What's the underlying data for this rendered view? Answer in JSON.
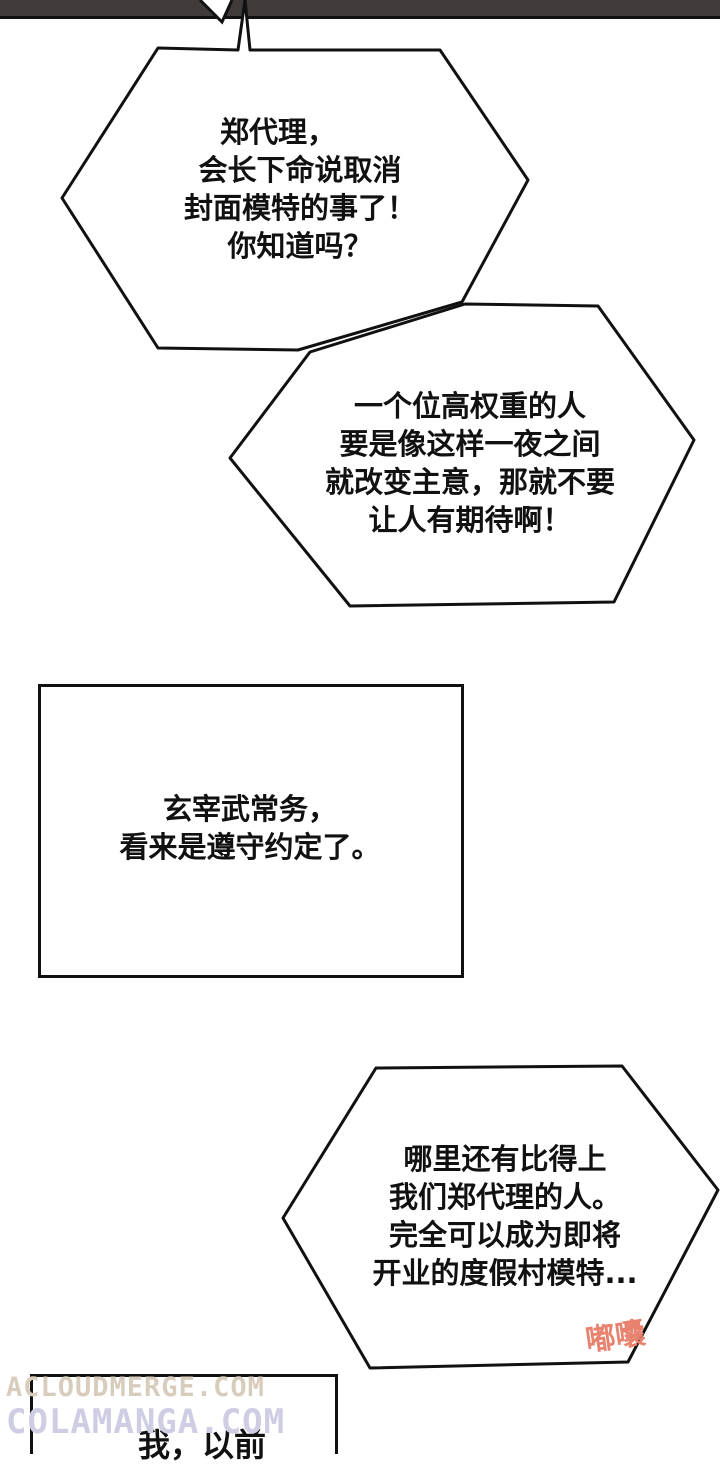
{
  "bubble1": {
    "lines": [
      "郑代理，",
      "会长下命说取消",
      "封面模特的事了！",
      "你知道吗？"
    ]
  },
  "bubble2": {
    "lines": [
      "一个位高权重的人",
      "要是像这样一夜之间",
      "就改变主意，那就不要",
      "让人有期待啊！"
    ]
  },
  "narration_box": {
    "lines": [
      "玄宰武常务，",
      "看来是遵守约定了。"
    ]
  },
  "bubble3": {
    "lines": [
      "哪里还有比得上",
      "我们郑代理的人。",
      "完全可以成为即将",
      "开业的度假村模特..."
    ]
  },
  "sound_effect": "嘟囔",
  "bottom_box": {
    "partial_text": "我，以前"
  },
  "watermarks": [
    "ACLOUDMERGE.COM",
    "COLAMANGA.COM"
  ]
}
